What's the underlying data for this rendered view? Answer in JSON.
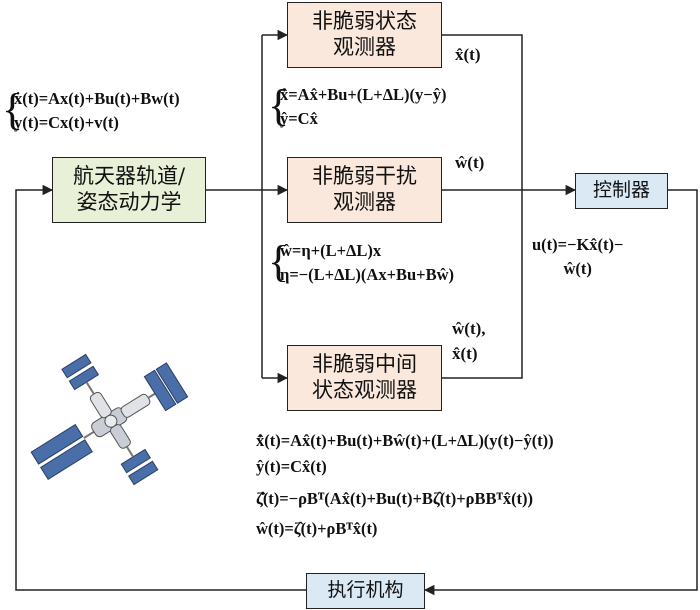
{
  "colors": {
    "observer_fill": "#fbe8dc",
    "plant_fill": "#e8f0d8",
    "controller_fill": "#dbe9f5",
    "actuator_fill": "#dbe9f5",
    "line": "#222222",
    "station_panel": "#4a6ea8",
    "station_body": "#c9ced6"
  },
  "blocks": {
    "observer_nonfragile_state": {
      "line1": "非脆弱状态",
      "line2": "观测器"
    },
    "observer_nonfragile_disturbance": {
      "line1": "非脆弱干扰",
      "line2": "观测器"
    },
    "observer_nonfragile_intermediate": {
      "line1": "非脆弱中间",
      "line2": "状态观测器"
    },
    "plant": {
      "line1": "航天器轨道/",
      "line2": "姿态动力学"
    },
    "controller": {
      "label": "控制器"
    },
    "actuator": {
      "label": "执行机构"
    }
  },
  "signals": {
    "state_estimate": "x̂(t)",
    "disturbance_estimate": "ŵ(t)",
    "intermediate_out_line1": "ŵ(t),",
    "intermediate_out_line2": "x̂(t)"
  },
  "equations": {
    "system": {
      "line1": "ẋ(t)=Ax(t)+Bu(t)+Bw(t)",
      "line2": "y(t)=Cx(t)+v(t)"
    },
    "state_observer": {
      "line1": "x̂̇=Ax̂+Bu+(L+ΔL)(y−ŷ)",
      "line2": "ŷ=Cx̂"
    },
    "disturbance_observer": {
      "line1": "ŵ=η+(L+ΔL)x",
      "line2": "η=−(L+ΔL)(Ax+Bu+Bŵ)"
    },
    "control_law": {
      "line1": "u(t)=−Kx̂(t)−",
      "line2": "ŵ(t)"
    },
    "intermediate_observer": {
      "line1": "x̂̇(t)=Ax̂(t)+Bu(t)+Bŵ(t)+(L+ΔL)(y(t)−ŷ(t))",
      "line2": "ŷ(t)=Cx̂(t)",
      "line3": "ζ̂̇(t)=−ρBᵀ(Ax̂(t)+Bu(t)+Bζ̂(t)+ρBBᵀx̂(t))",
      "line4": "ŵ(t)=ζ̂(t)+ρBᵀx̂(t)"
    }
  }
}
